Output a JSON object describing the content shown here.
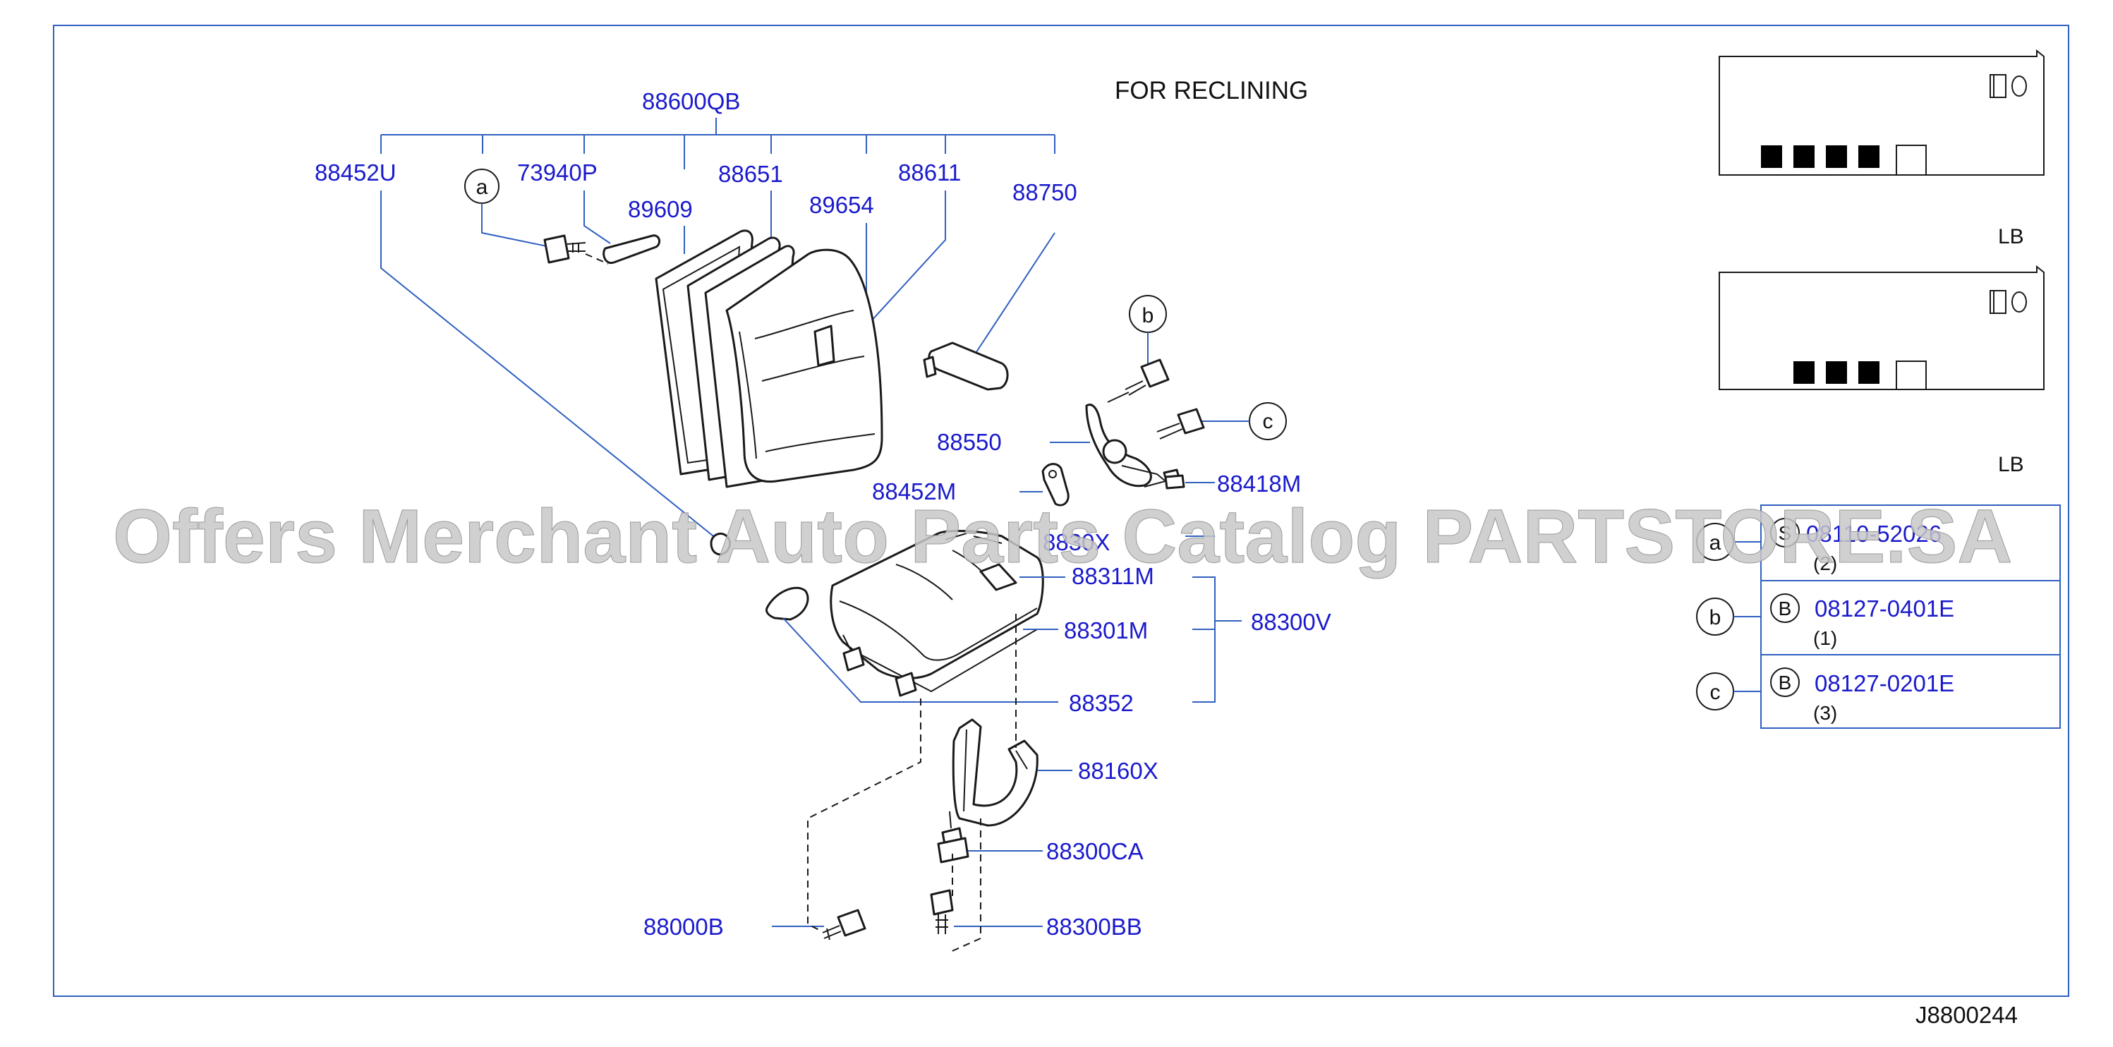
{
  "title": "FOR  RECLINING",
  "diagram_code": "J8800244",
  "watermark": "Offers Merchant Auto Parts Catalog PARTSTORE.SA",
  "colors": {
    "part_number": "#1a1acc",
    "leader": "#3060c0",
    "frame": "#3060c0",
    "line_art": "#1a1a1a"
  },
  "callouts": {
    "p88600QB": "88600QB",
    "p88452U": "88452U",
    "p73940P": "73940P",
    "p89609": "89609",
    "p88651": "88651",
    "p89654": "89654",
    "p88611": "88611",
    "p88750": "88750",
    "p88550": "88550",
    "p88452M": "88452M",
    "p88418M": "88418M",
    "p88320X": "8830X",
    "p88311M": "88311M",
    "p88301M": "88301M",
    "p88300V": "88300V",
    "p88352": "88352",
    "p88160X": "88160X",
    "p88300CA": "88300CA",
    "p88000B": "88000B",
    "p88300BB": "88300BB"
  },
  "bubbles": {
    "a": "a",
    "b": "b",
    "c": "c"
  },
  "legend": {
    "labels": [
      "LB",
      "LB"
    ],
    "rows": [
      {
        "bubble": "a",
        "symbol": "S",
        "part": "08110-52026",
        "qty": "(2)"
      },
      {
        "bubble": "b",
        "symbol": "B",
        "part": "08127-0401E",
        "qty": "(1)"
      },
      {
        "bubble": "c",
        "symbol": "B",
        "part": "08127-0201E",
        "qty": "(3)"
      }
    ]
  }
}
